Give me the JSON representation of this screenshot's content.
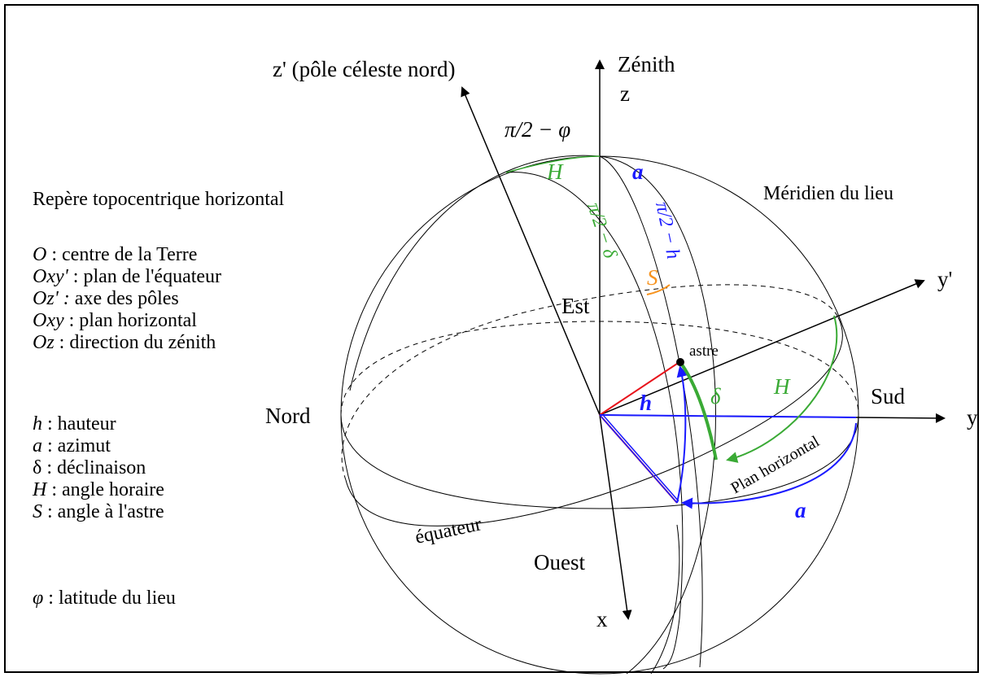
{
  "legend": {
    "title": "Repère topocentrique horizontal",
    "items1": [
      {
        "sym": "O",
        "text": " : centre de la Terre"
      },
      {
        "sym": "Oxy'",
        "text": " : plan de l'équateur"
      },
      {
        "sym": "Oz' :",
        "text": " axe des pôles"
      },
      {
        "sym": "Oxy",
        "text": " : plan horizontal"
      },
      {
        "sym": "Oz",
        "text": " : direction du zénith"
      }
    ],
    "items2": [
      {
        "sym": "h",
        "text": " : hauteur"
      },
      {
        "sym": "a",
        "text": " : azimut"
      },
      {
        "sym": "δ",
        "text": " : déclinaison",
        "italic": false
      },
      {
        "sym": "H",
        "text": " : angle horaire"
      },
      {
        "sym": "S",
        "text": " : angle à l'astre"
      }
    ],
    "items3": [
      {
        "sym": "φ",
        "text": " : latitude du lieu"
      }
    ]
  },
  "labels": {
    "zprime": "z' (pôle céleste nord)",
    "zenith": "Zénith",
    "z": "z",
    "pi_phi": "π/2 − φ",
    "meridien": "Méridien du lieu",
    "est": "Est",
    "astre": "astre",
    "nord": "Nord",
    "sud": "Sud",
    "y": "y",
    "yprime": "y'",
    "ouest": "Ouest",
    "x": "x",
    "equateur": "équateur",
    "plan_horizontal": "Plan horizontal",
    "H_top": "H",
    "a_top": "a",
    "pi_delta": "π/2 − δ",
    "pi_h": "π/2 − h",
    "S": "S",
    "h": "h",
    "delta": "δ",
    "H_right": "H",
    "a_bottom": "a"
  },
  "colors": {
    "green": "#3aaa35",
    "blue": "#1a1aff",
    "red": "#e8131b",
    "orange": "#f7931e",
    "black": "#000000"
  }
}
